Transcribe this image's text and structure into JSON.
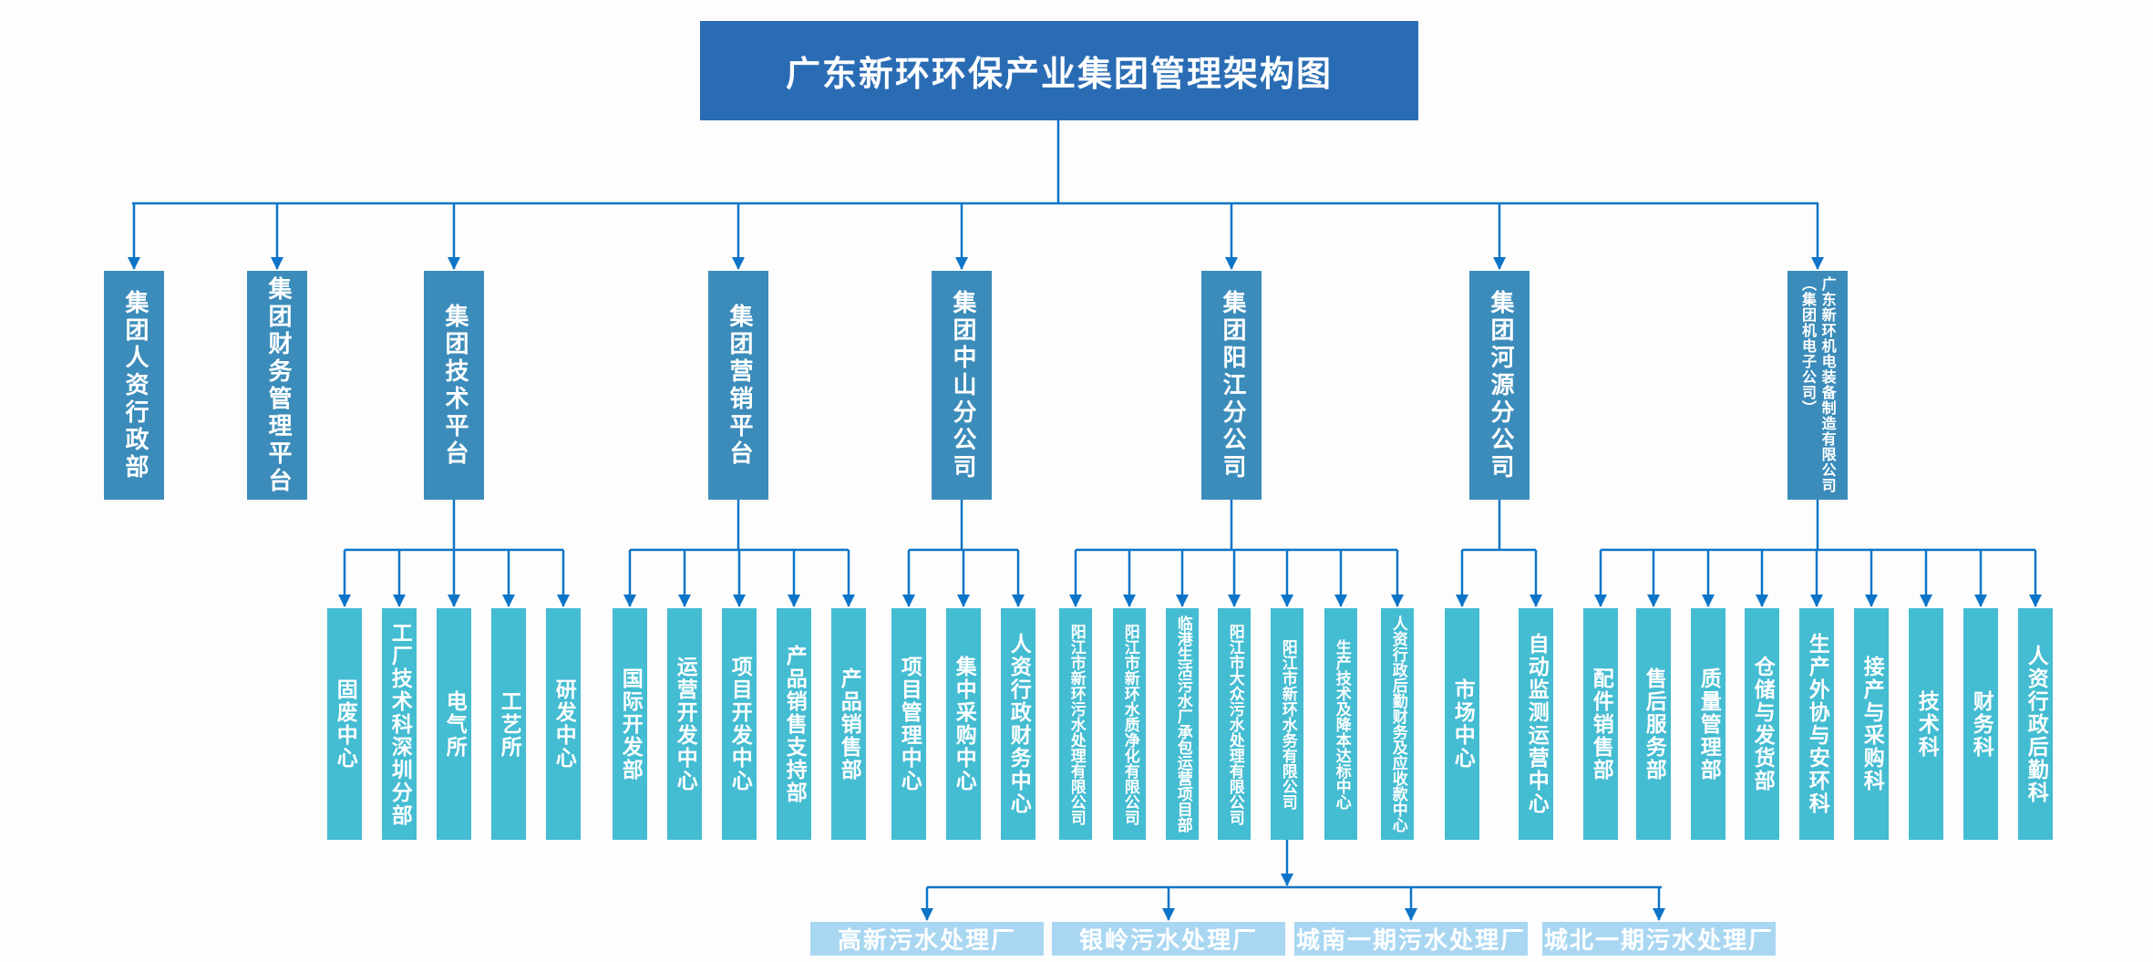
{
  "title": "广东新环环保产业集团管理架构图",
  "colors": {
    "title_bg": "#2a6cb4",
    "level2_bg": "#3b8cba",
    "level3_bg": "#44bcd2",
    "level4_bg": "#a9d7f2",
    "connector": "#0d74c8",
    "text": "#ffffff"
  },
  "org": {
    "units": [
      {
        "label": "集团人资行政部",
        "children": []
      },
      {
        "label": "集团财务管理平台",
        "children": []
      },
      {
        "label": "集团技术平台",
        "children": [
          "固废中心",
          "工厂技术科深圳分部",
          "电气所",
          "工艺所",
          "研发中心"
        ]
      },
      {
        "label": "集团营销平台",
        "children": [
          "国际开发部",
          "运营开发中心",
          "项目开发中心",
          "产品销售支持部",
          "产品销售部"
        ]
      },
      {
        "label": "集团中山分公司",
        "children": [
          "项目管理中心",
          "集中采购中心",
          "人资行政财务中心"
        ]
      },
      {
        "label": "集团阳江分公司",
        "children": [
          "阳江市新环污水处理有限公司",
          "阳江市新环水质净化有限公司",
          "临港生活污水厂承包运营项目部",
          "阳江市大众污水处理有限公司",
          "阳江市新环水务有限公司",
          "生产技术及降本达标中心",
          "人资行政后勤财务及应收款中心"
        ]
      },
      {
        "label": "集团河源分公司",
        "children": [
          "市场中心",
          "自动监测运营中心"
        ]
      },
      {
        "label": "广东新环机电装备制造有限公司（集团机电子公司）",
        "children": [
          "配件销售部",
          "售后服务部",
          "质量管理部",
          "仓储与发货部",
          "生产外协与安环科",
          "接产与采购科",
          "技术科",
          "财务科",
          "人资行政后勤科"
        ]
      }
    ],
    "plants_parent": "阳江市新环水务有限公司",
    "plants": [
      "高新污水处理厂",
      "银岭污水处理厂",
      "城南一期污水处理厂",
      "城北一期污水处理厂"
    ]
  }
}
